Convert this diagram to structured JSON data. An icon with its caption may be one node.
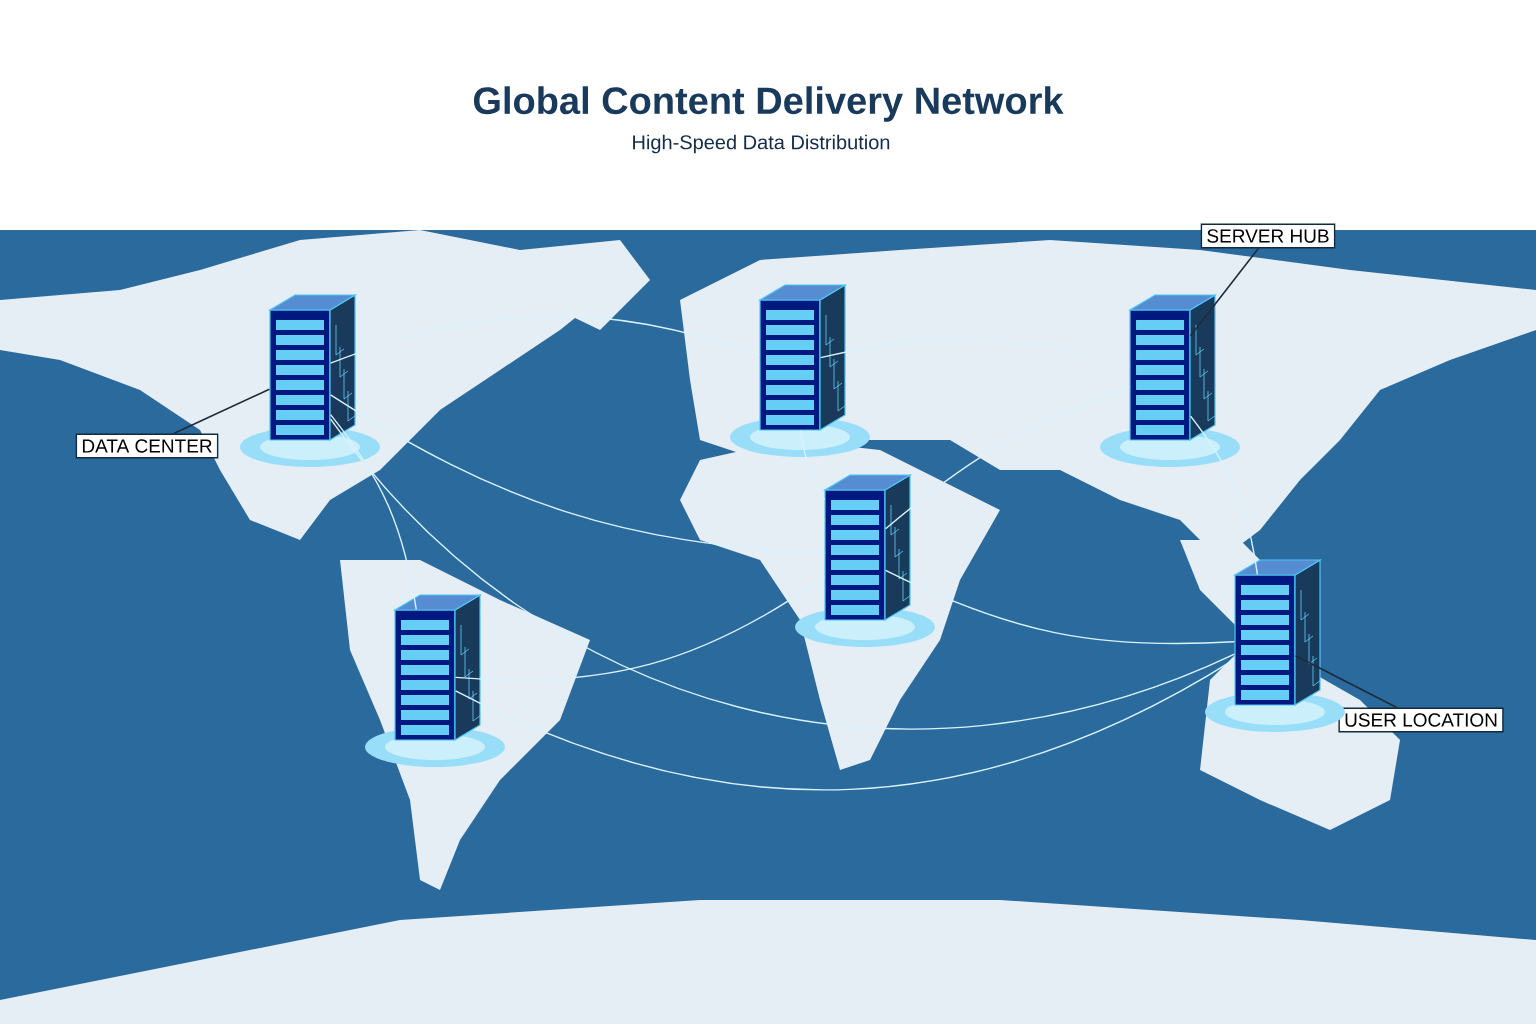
{
  "diagram": {
    "title": "Global Content Delivery Network",
    "caption": "High-Speed Data Distribution",
    "nodes": [
      {
        "text": [
          "DATA CENTER"
        ]
      },
      {
        "text": [
          "SERVER HUB"
        ]
      },
      {
        "text": [
          "USER LOCATION"
        ]
      },
      {
        "text": [],
        "shape": "picture"
      },
      {
        "text": [],
        "shape": "picture"
      },
      {
        "text": [],
        "shape": "picture"
      },
      {
        "text": [],
        "shape": "picture"
      },
      {
        "text": [],
        "shape": "picture"
      },
      {
        "text": [],
        "shape": "picture"
      }
    ],
    "edges": [
      {
        "from": 0,
        "to": 3,
        "arrow": "none",
        "color": "#1e2b3a"
      },
      {
        "from": 1,
        "to": 7,
        "arrow": "none",
        "color": "#1e2b3a"
      },
      {
        "from": 2,
        "to": 8,
        "arrow": "none",
        "color": "#1e2b3a"
      },
      {
        "from": 3,
        "to": 5,
        "arrow": "none"
      },
      {
        "from": 3,
        "to": 4,
        "arrow": "none"
      },
      {
        "from": 3,
        "to": 6,
        "arrow": "none"
      },
      {
        "from": 3,
        "to": 8,
        "arrow": "none"
      },
      {
        "from": 4,
        "to": 6,
        "arrow": "none"
      },
      {
        "from": 4,
        "to": 8,
        "arrow": "none"
      },
      {
        "from": 5,
        "to": 7,
        "arrow": "none"
      },
      {
        "from": 5,
        "to": 6,
        "arrow": "none"
      },
      {
        "from": 6,
        "to": 8,
        "arrow": "none"
      },
      {
        "from": 7,
        "to": 8,
        "arrow": "none"
      },
      {
        "from": 6,
        "to": 7,
        "arrow": "none"
      }
    ]
  }
}
